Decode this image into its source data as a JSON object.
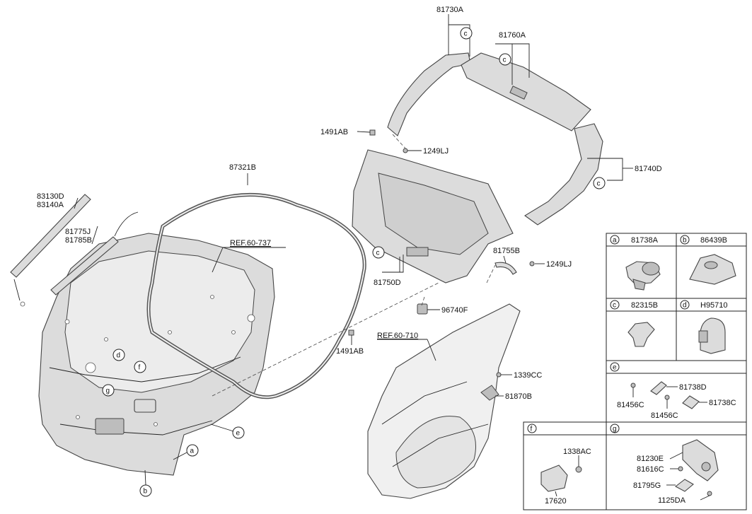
{
  "parts": {
    "p81730A": "81730A",
    "p81760A": "81760A",
    "p1491AB_top": "1491AB",
    "p1249LJ_top": "1249LJ",
    "p81740D": "81740D",
    "p87321B": "87321B",
    "p83130D": "83130D",
    "p83140A": "83140A",
    "p81775J": "81775J",
    "p81785B": "81785B",
    "ref_60_737": "REF.60-737",
    "p81755B": "81755B",
    "p1249LJ_right": "1249LJ",
    "p81750D": "81750D",
    "p96740F": "96740F",
    "p1491AB_mid": "1491AB",
    "ref_60_710": "REF.60-710",
    "p1339CC": "1339CC",
    "p81870B": "81870B"
  },
  "callouts": {
    "a": "a",
    "b": "b",
    "c": "c",
    "d": "d",
    "e": "e",
    "f": "f",
    "g": "g"
  },
  "legend": {
    "a": {
      "letter": "a",
      "part": "81738A"
    },
    "b": {
      "letter": "b",
      "part": "86439B"
    },
    "c": {
      "letter": "c",
      "part": "82315B"
    },
    "d": {
      "letter": "d",
      "part": "H95710"
    },
    "e": {
      "letter": "e",
      "parts": [
        "81738D",
        "81456C",
        "81456C",
        "81738C"
      ]
    },
    "f": {
      "letter": "f",
      "parts": [
        "1338AC",
        "17620"
      ]
    },
    "g": {
      "letter": "g",
      "parts": [
        "81230E",
        "81616C",
        "81795G",
        "1125DA"
      ]
    }
  }
}
